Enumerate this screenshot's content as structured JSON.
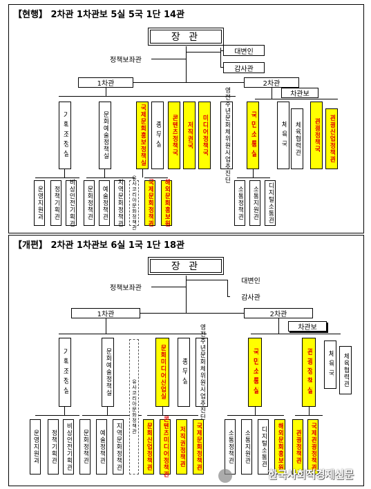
{
  "top": {
    "title": "【현행】 2차관 1차관보 5실 5국 1단 14관",
    "minister": "장  관",
    "advisor": "정책보좌관",
    "spokesperson": "대변인",
    "audit": "감사관",
    "vice1": "1차관",
    "vice2": "2차관",
    "asst": "차관보",
    "v1_units": [
      "기획조정실",
      "문화예술정책실",
      "국제문화홍보정책실",
      "종무실",
      "콘텐츠정책국",
      "저작권국",
      "미디어정책국",
      "영전주년문화체위원사업추진단"
    ],
    "v2_units": [
      "국민소통실",
      "체육국",
      "체육협력관",
      "관광정책국",
      "관광산업정책관"
    ],
    "sub_plan": [
      "운영지원과",
      "정책기획관",
      "비상안전기획관"
    ],
    "sub_art": [
      "문화정책관",
      "예술정책관",
      "지역문화정책관",
      "유사코리아문화정책관"
    ],
    "sub_intl": [
      "국제문화정책관",
      "해외문화홍보원"
    ],
    "sub_comm": [
      "소통정책관",
      "소통지원관",
      "디지털소통관"
    ]
  },
  "bottom": {
    "title": "【개편】 2차관 1차관보 6실 1국 1단 18관",
    "minister": "장  관",
    "advisor": "정책보좌관",
    "spokesperson": "대변인",
    "audit": "감사관",
    "vice1": "1차관",
    "vice2": "2차관",
    "asst": "차관보",
    "v1_units": [
      "기획조정실",
      "문화예술정책실",
      "문화미디어산업실",
      "종무실",
      "영전주년문화체위원사업추진단"
    ],
    "v2_units": [
      "국민소통실",
      "관광정책실",
      "체육국",
      "체육협력관"
    ],
    "sub_plan": [
      "운영지원과",
      "정책기획관",
      "비상안전기획관"
    ],
    "sub_art": [
      "문화정책관",
      "예술정책관",
      "지역문화정책관",
      "유사코리아문화정책관"
    ],
    "sub_media": [
      "문화산업정책관",
      "콘텐츠미디어정책관",
      "저작권정책관",
      "국제문화정책관"
    ],
    "sub_comm": [
      "소통정책관",
      "소통지원관",
      "디지털소통관",
      "해외문화홍보원"
    ],
    "sub_tour": [
      "관광정책관",
      "국제관광정책관"
    ]
  },
  "watermark": "한국사회적경제신문",
  "colors": {
    "highlight": "#ffff00",
    "highlight_text": "#e00000"
  }
}
